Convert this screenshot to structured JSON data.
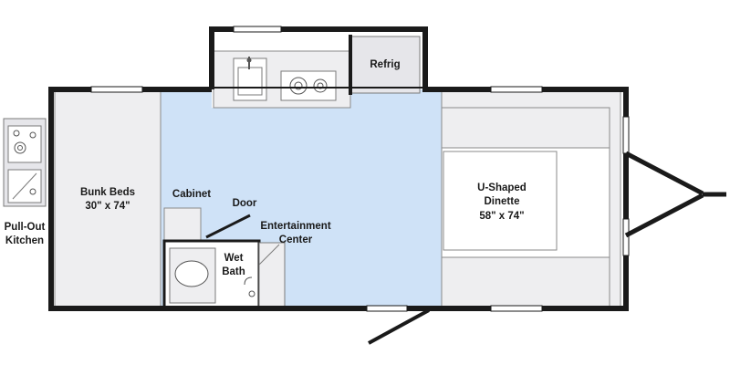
{
  "floorplan": {
    "labels": {
      "refrig": "Refrig",
      "bunk_beds_line1": "Bunk Beds",
      "bunk_beds_line2": "30\" x 74\"",
      "cabinet": "Cabinet",
      "door": "Door",
      "entertainment_line1": "Entertainment",
      "entertainment_line2": "Center",
      "wet_bath_line1": "Wet",
      "wet_bath_line2": "Bath",
      "dinette_line1": "U-Shaped",
      "dinette_line2": "Dinette",
      "dinette_line3": "58\" x 74\"",
      "pull_out_line1": "Pull-Out",
      "pull_out_line2": "Kitchen"
    },
    "colors": {
      "floor": "#cfe2f7",
      "walls": "#1a1a1a",
      "furniture": "#eeeef0"
    }
  }
}
